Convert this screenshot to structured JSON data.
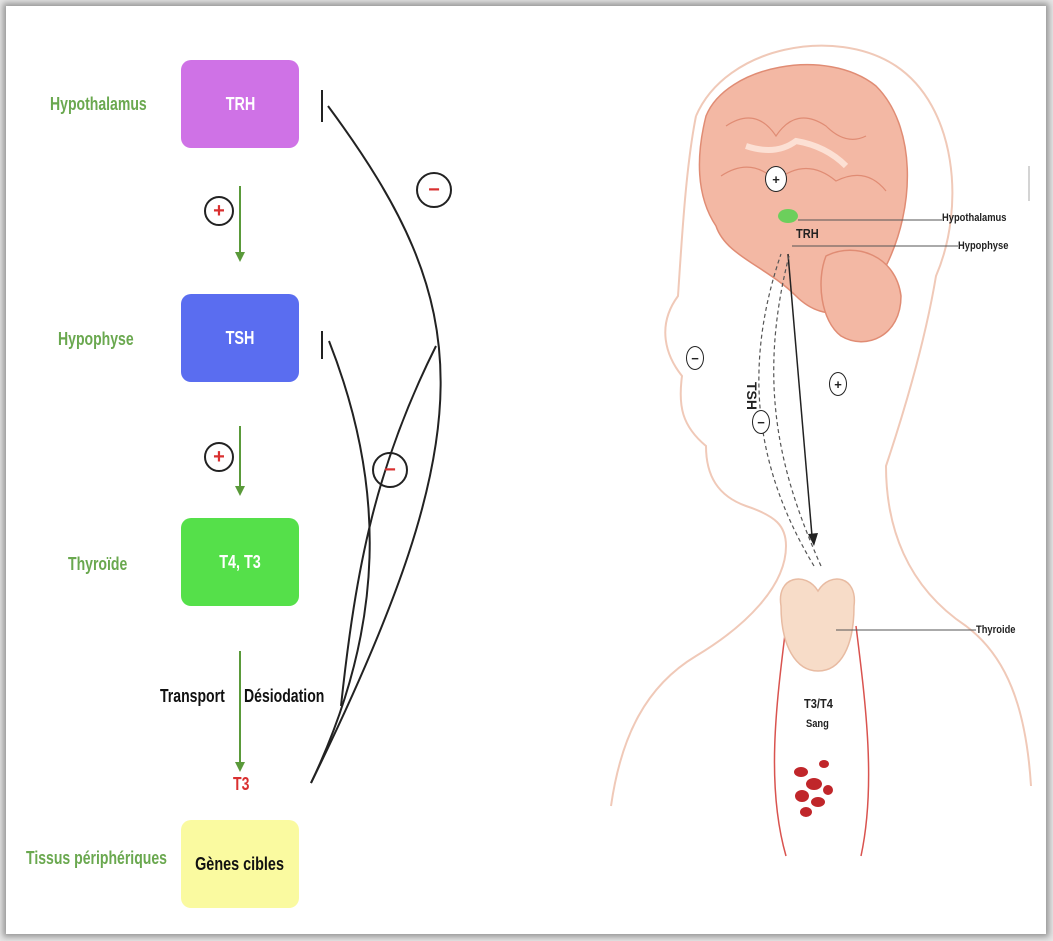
{
  "left_diagram": {
    "levels": [
      {
        "label": "Hypothalamus",
        "box": "TRH",
        "color": "#cf72e6"
      },
      {
        "label": "Hypophyse",
        "box": "TSH",
        "color": "#5a6df0"
      },
      {
        "label": "Thyroïde",
        "box": "T4, T3",
        "color": "#55e04a"
      },
      {
        "label": "Tissus périphériques",
        "box": "Gènes cibles",
        "color": "#fafaa0"
      }
    ],
    "stimulation_sign": "+",
    "inhibition_sign": "−",
    "transport_label": "Transport",
    "deiodation_label": "Désiodation",
    "t3_label": "T3"
  },
  "right_anatomy": {
    "labels": {
      "hypothalamus": "Hypothalamus",
      "hypophyse": "Hypophyse",
      "thyroide": "Thyroide",
      "trh": "TRH",
      "tsh": "TSH",
      "hormones": "T3/T4",
      "sang": "Sang"
    },
    "plus_sign": "+",
    "minus_sign": "−"
  }
}
